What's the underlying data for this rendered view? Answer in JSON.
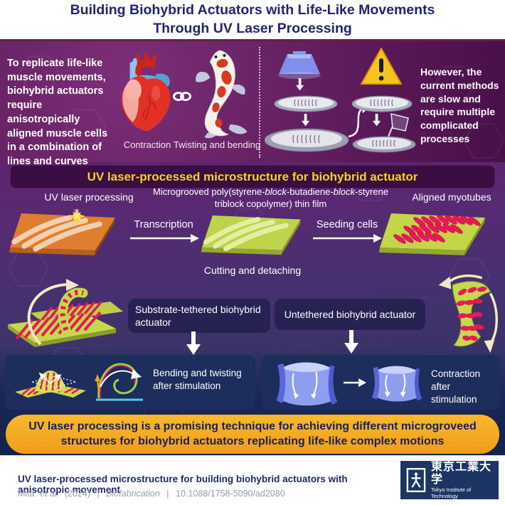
{
  "title": {
    "line1": "Building Biohybrid Actuators with Life-Like Movements",
    "line2": "Through UV Laser Processing"
  },
  "intro": {
    "left_text": "To replicate life-like muscle movements, biohybrid actuators require anisotropically aligned muscle cells in a combination of lines and curves",
    "contraction_label": "Contraction",
    "twisting_label": "Twisting and bending",
    "right_text": "However, the current methods are slow and require multiple complicated processes"
  },
  "banner": {
    "text": "UV laser-processed microstructure for biohybrid actuator"
  },
  "process": {
    "uv_label": "UV laser processing",
    "film": {
      "p1": "Microgrooved poly(styrene-",
      "i1": "block",
      "p2": "-butadiene-",
      "i2": "block",
      "p3": "-styrene triblock copolymer) thin film"
    },
    "myotubes_label": "Aligned myotubes",
    "transcription_label": "Transcription",
    "seeding_label": "Seeding cells",
    "cutting_label": "Cutting and detaching"
  },
  "actuators": {
    "tethered_label": "Substrate-tethered biohybrid actuator",
    "untethered_label": "Untethered biohybrid actuator"
  },
  "results": {
    "bending_label": "Bending and twisting after stimulation",
    "contraction_label": "Contraction after stimulation"
  },
  "conclusion": {
    "text": "UV laser processing is a promising technique for achieving different microgroveed structures for biohybrid actuators replicating life-like complex motions"
  },
  "footer": {
    "heading": "UV laser-processed microstructure for building biohybrid actuators with anisotropic movement",
    "author": "Mita",
    "etal": "et al.",
    "year": "(2024)",
    "pipe": "|",
    "journal": "Biofabrication",
    "doi": "10.1088/1758-5090/ad2080",
    "logo_jp": "東京工業大学",
    "logo_en": "Tokyo Institute of Technology"
  },
  "colors": {
    "title_navy": "#22246f",
    "purple_bg": "#5c1b5a",
    "banner_bg": "#3a0d43",
    "accent_yellow": "#f6d41d",
    "film_green": "#c6d84c",
    "myotube_pink": "#e8185a",
    "slab_orange": "#df7e2e",
    "panel_navy": "#1d2d5c",
    "conclusion_orange": "#f5a81f",
    "footer_logo_navy": "#1c3563"
  }
}
